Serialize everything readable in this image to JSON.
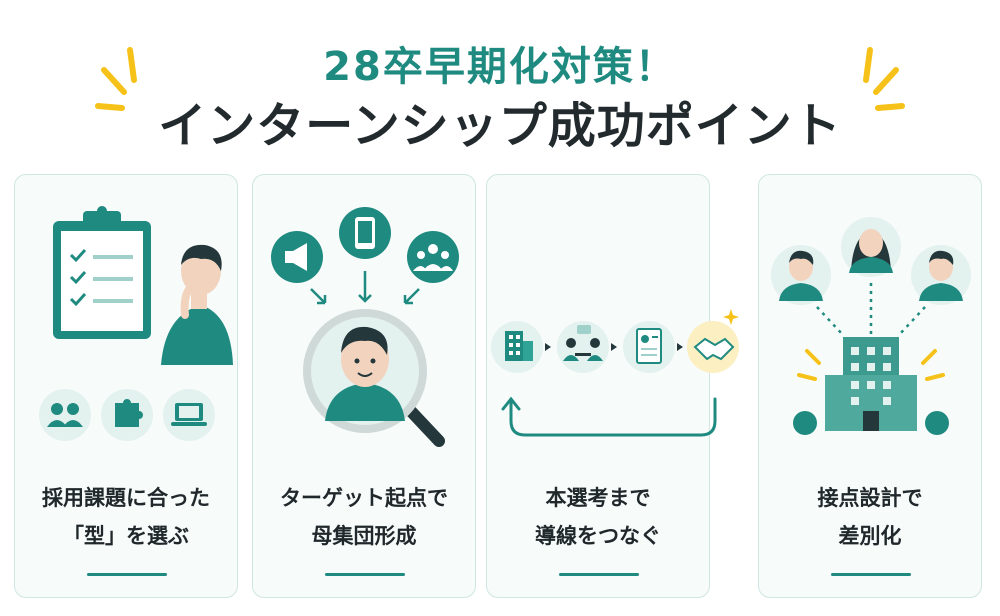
{
  "header": {
    "subtitle": "28卒早期化対策！",
    "title": "インターンシップ成功ポイント"
  },
  "colors": {
    "accent": "#1f8a80",
    "dark": "#222a2e",
    "highlight": "#f6c21a",
    "card_border": "#cfe6e2"
  },
  "cards": [
    {
      "line1": "採用課題に合った",
      "line2": "「型」を選ぶ",
      "icons": [
        "clipboard-checklist-icon",
        "thinking-person-icon",
        "group-icon",
        "puzzle-icon",
        "laptop-icon"
      ]
    },
    {
      "line1": "ターゲット起点で",
      "line2": "母集団形成",
      "icons": [
        "megaphone-icon",
        "smartphone-icon",
        "people-icon",
        "magnifier-person-icon"
      ]
    },
    {
      "line1": "本選考まで",
      "line2": "導線をつなぐ",
      "icons": [
        "office-building-icon",
        "meeting-icon",
        "document-icon",
        "handshake-icon",
        "loop-arrow-icon"
      ]
    },
    {
      "line1": "接点設計で",
      "line2": "差別化",
      "icons": [
        "man-avatar-icon",
        "woman-avatar-icon",
        "young-man-avatar-icon",
        "company-building-icon"
      ]
    }
  ]
}
